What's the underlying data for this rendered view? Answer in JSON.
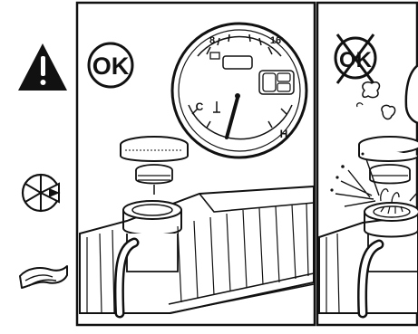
{
  "sidebar": {
    "icons": [
      {
        "name": "warning-icon"
      },
      {
        "name": "diagnostic-icon"
      },
      {
        "name": "cloth-icon"
      }
    ]
  },
  "panels": {
    "correct": {
      "badge": "OK",
      "gauge": {
        "scale_low": "8",
        "scale_high": "16",
        "label_cold": "C",
        "label_hot": "H"
      }
    },
    "incorrect": {
      "badge": "OK"
    }
  }
}
